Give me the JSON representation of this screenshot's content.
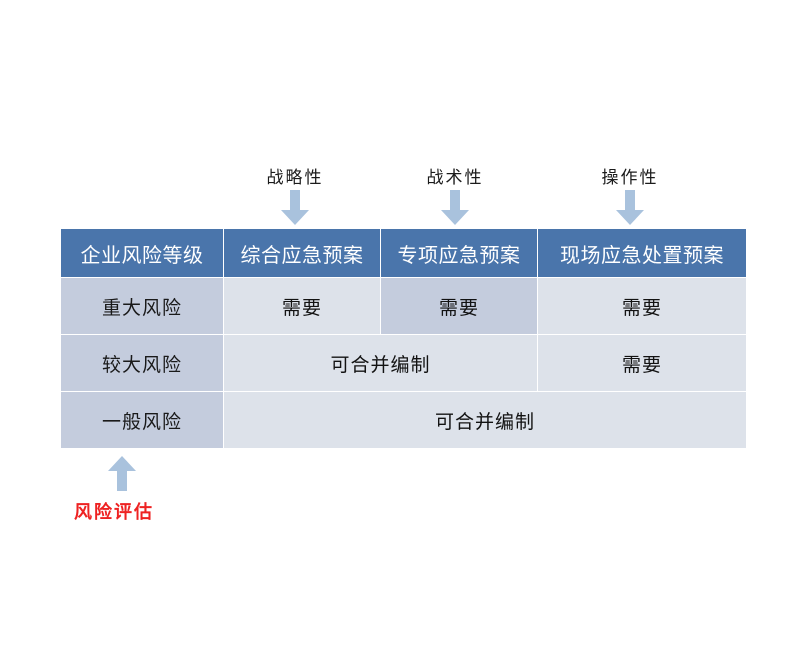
{
  "annotations": {
    "top": [
      {
        "id": "strategic",
        "label": "战略性"
      },
      {
        "id": "tactical",
        "label": "战术性"
      },
      {
        "id": "operational",
        "label": "操作性"
      }
    ],
    "bottom": {
      "label": "风险评估",
      "color": "#ee2222"
    }
  },
  "colors": {
    "header_blue": "#4a75ab",
    "row_head_blue": "#c4ccdd",
    "cell_blue": "#dde2ea",
    "highlight_blue": "#c4ccdd",
    "arrow_blue": "#a9c2dd",
    "red_text": "#ee2222",
    "page_background": "#ffffff"
  },
  "table": {
    "headers": [
      "企业风险等级",
      "综合应急预案",
      "专项应急预案",
      "现场应急处置预案"
    ],
    "rows": [
      {
        "level": "重大风险",
        "cells": [
          {
            "text": "需要",
            "span": 1,
            "highlight": false
          },
          {
            "text": "需要",
            "span": 1,
            "highlight": true
          },
          {
            "text": "需要",
            "span": 1,
            "highlight": false
          }
        ]
      },
      {
        "level": "较大风险",
        "cells": [
          {
            "text": "可合并编制",
            "span": 2,
            "highlight": false
          },
          {
            "text": "需要",
            "span": 1,
            "highlight": false
          }
        ]
      },
      {
        "level": "一般风险",
        "cells": [
          {
            "text": "可合并编制",
            "span": 3,
            "highlight": false
          }
        ]
      }
    ]
  }
}
